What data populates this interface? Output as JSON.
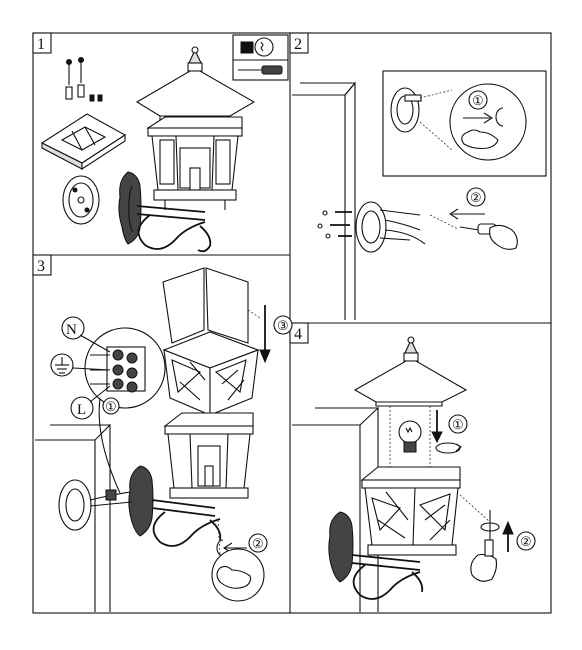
{
  "steps": [
    {
      "number": "1"
    },
    {
      "number": "2"
    },
    {
      "number": "3"
    },
    {
      "number": "4"
    }
  ],
  "callouts": {
    "step2_a": "①",
    "step2_b": "②",
    "step3_a": "③",
    "step3_neutral": "N",
    "step3_live": "L",
    "step3_one": "①",
    "step3_two": "②",
    "step4_a": "①",
    "step4_b": "②"
  },
  "icons": [
    "light-bulb-icon",
    "screwdriver-icon",
    "earth-ground-icon",
    "rotate-arrow-icon",
    "hand-icon"
  ]
}
